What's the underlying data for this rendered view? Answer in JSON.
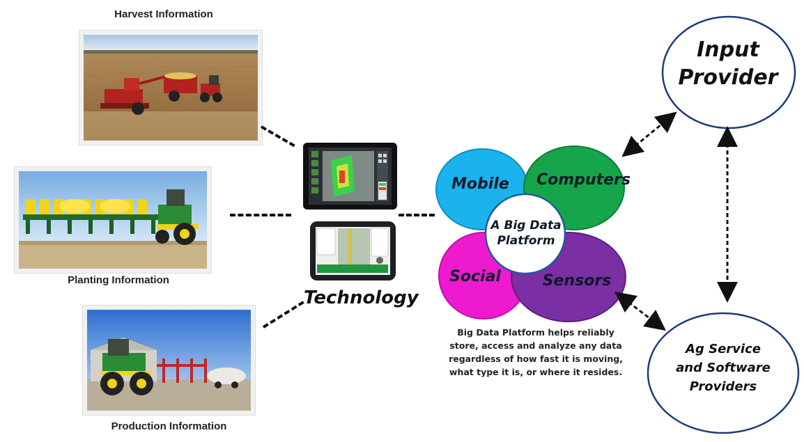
{
  "captions": {
    "harvest": "Harvest Information",
    "planting": "Planting Information",
    "production": "Production Information"
  },
  "technology_label": "Technology",
  "platform": {
    "center": [
      "A Big Data",
      "Platform"
    ],
    "petals": {
      "mobile": "Mobile",
      "computers": "Computers",
      "social": "Social",
      "sensors": "Sensors"
    },
    "colors": {
      "mobile": "#1ab3ee",
      "computers": "#16a54a",
      "social": "#ee1ad0",
      "sensors": "#7a2fa3"
    },
    "description": [
      "Big Data Platform helps reliably",
      "store, access and analyze any data",
      "regardless of how fast it is moving,",
      "what type it is, or where it resides."
    ]
  },
  "providers": {
    "input": [
      "Input",
      "Provider"
    ],
    "ag": [
      "Ag Service",
      "and Software",
      "Providers"
    ]
  }
}
